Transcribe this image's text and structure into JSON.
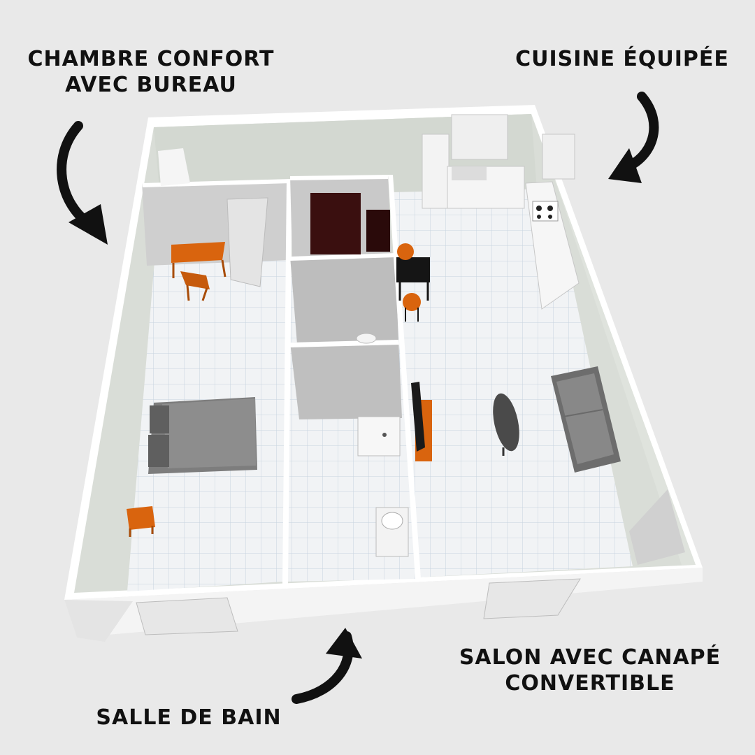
{
  "labels": {
    "bedroom": {
      "line1": "CHAMBRE CONFORT",
      "line2": "AVEC BUREAU"
    },
    "kitchen": {
      "line1": "CUISINE ÉQUIPÉE"
    },
    "living": {
      "line1": "SALON AVEC CANAPÉ",
      "line2": "CONVERTIBLE"
    },
    "bathroom": {
      "line1": "SALLE DE BAIN"
    }
  },
  "colors": {
    "background": "#e9e9e9",
    "wall": "#ffffff",
    "wall_shade": "#d7dbd5",
    "floor_tile": "#f1f3f5",
    "tile_line": "#c6d3e0",
    "furniture_orange": "#d9640e",
    "furniture_grey": "#7d7d7d",
    "wardrobe": "#3a0f0f",
    "arrow": "#111111"
  },
  "icons": [
    "arrow-bedroom-icon",
    "arrow-kitchen-icon",
    "arrow-bathroom-icon"
  ]
}
